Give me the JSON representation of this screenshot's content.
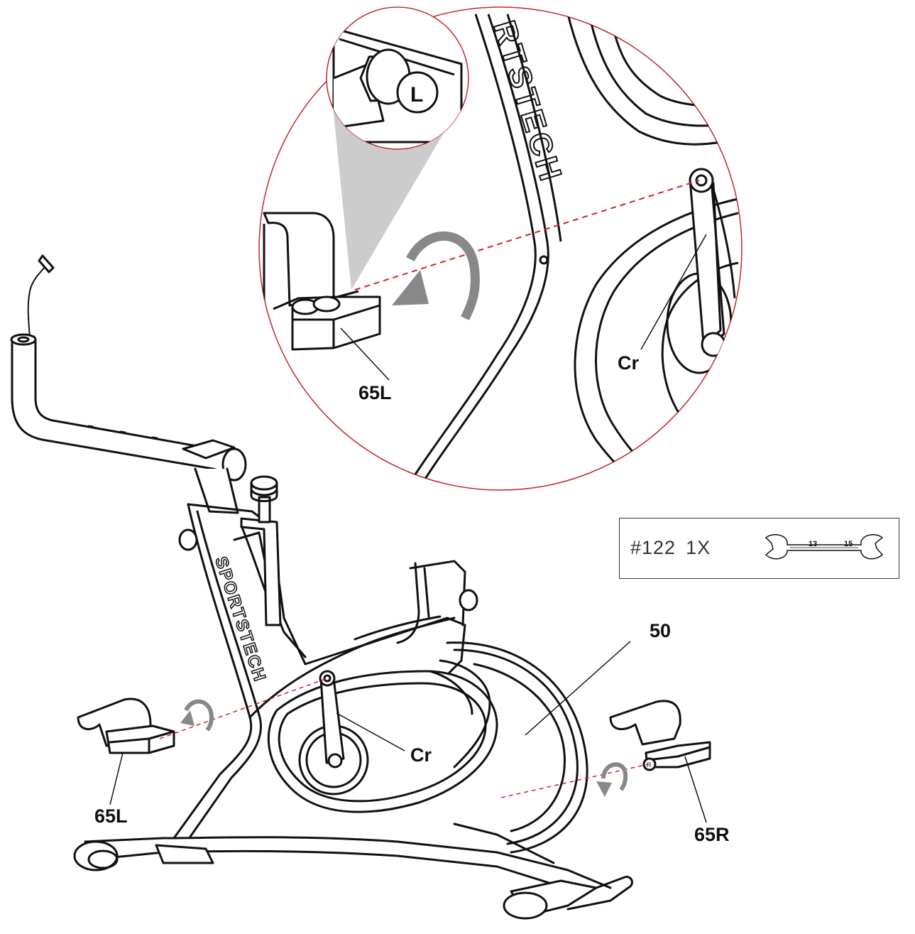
{
  "callouts": {
    "detail_65l": "65L",
    "detail_cr": "Cr",
    "main_50": "50",
    "main_cr": "Cr",
    "main_65l": "65L",
    "main_65r": "65R"
  },
  "brand_text": "SPORTSTECH",
  "detail_brand_text": "RTSTECH",
  "thread_markers": {
    "left": "L",
    "right": "R"
  },
  "tool_box": {
    "part_number": "#122",
    "quantity": "1X",
    "wrench_size_1": "13",
    "wrench_size_2": "15"
  },
  "colors": {
    "line": "#111111",
    "detail_circle": "#c4262e",
    "guide_dashes": "#d32027",
    "zoom_cone": "#cccccc",
    "arrow": "#888888"
  },
  "icons": {
    "rotation": "curved-arrow-icon",
    "tool": "open-end-wrench-icon"
  }
}
